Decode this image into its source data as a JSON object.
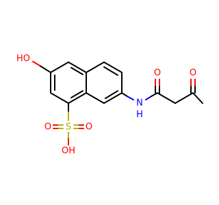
{
  "molecule": {
    "labels": {
      "ho_top": "HO",
      "sulfur": "S",
      "o_s_left": "O",
      "o_s_right": "O",
      "oh_bottom": "OH",
      "n_amide": "N",
      "h_amide": "H",
      "o_amide": "O",
      "o_ketone": "O"
    },
    "colors": {
      "carbon_bond": "#000000",
      "oxygen": "#ff0000",
      "nitrogen": "#0000ff",
      "sulfur": "#b2b200",
      "background": "#ffffff"
    }
  }
}
